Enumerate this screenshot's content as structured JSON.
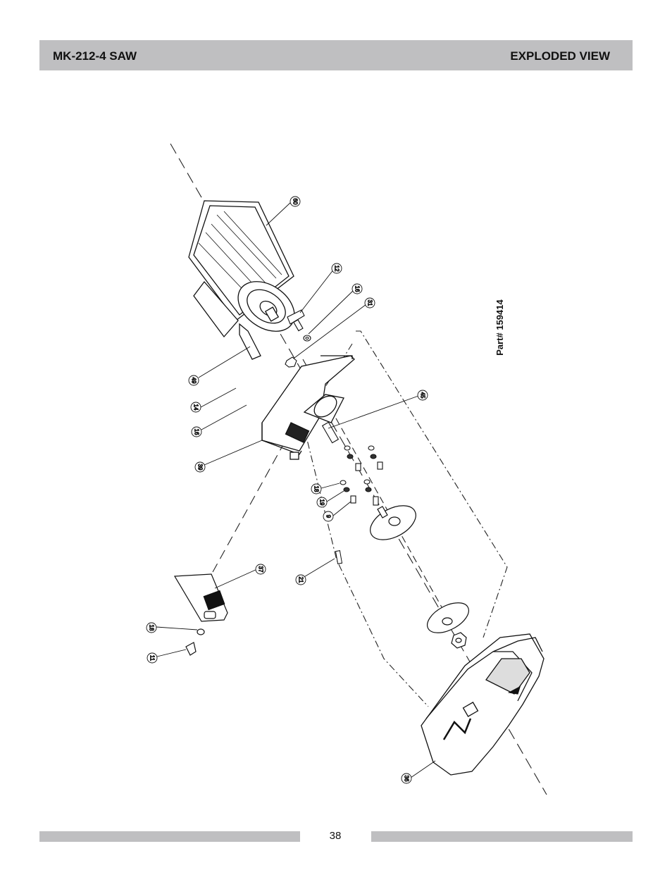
{
  "header": {
    "title": "MK-212-4 SAW",
    "section": "EXPLODED VIEW"
  },
  "diagram": {
    "part_number": "Part# 159414",
    "callouts": [
      "60",
      "12",
      "16",
      "31",
      "49",
      "14",
      "16",
      "45",
      "39",
      "18",
      "19",
      "9",
      "37",
      "21",
      "18",
      "11",
      "36"
    ]
  },
  "footer": {
    "page_number": "38"
  }
}
